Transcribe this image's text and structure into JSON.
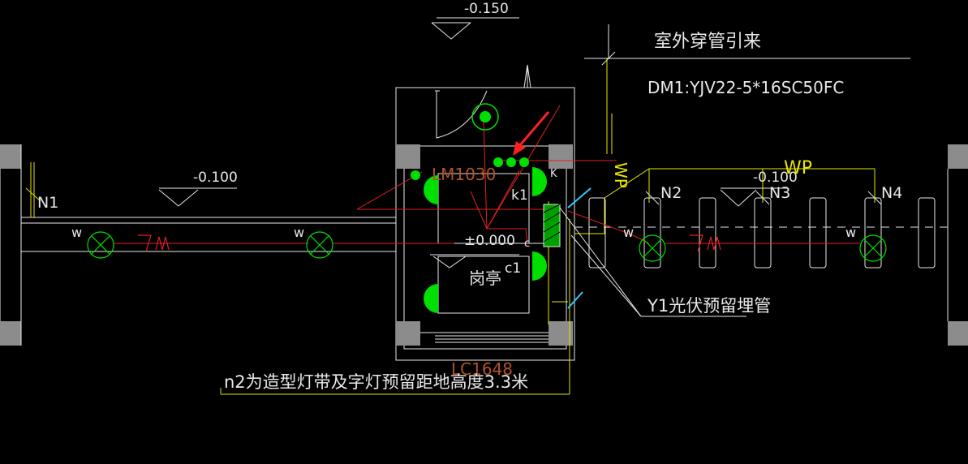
{
  "labels": {
    "elev_top": "-0.150",
    "elev_left": "-0.100",
    "elev_right": "-0.100",
    "elev_zero": "±0.000",
    "cable_source": "室外穿管引来",
    "cable_spec": "DM1:YJV22-5*16SC50FC",
    "wp_main": "WP",
    "wp_vertical": "WP",
    "n1": "N1",
    "n2": "N2",
    "n3": "N3",
    "n4": "N4",
    "w1": "w",
    "w2": "w",
    "w3": "w",
    "w4": "w",
    "door": "LM1030",
    "window": "LC1648",
    "booth": "岗亭",
    "k1": "k1",
    "c1": "c1",
    "photovoltaic": "Y1光伏预留埋管",
    "note": "n2为造型灯带及字灯预留距地高度3.3米"
  },
  "colors": {
    "background": "#000000",
    "wall": "#e8e8e8",
    "lamp": "#00e000",
    "wire": "#e02020",
    "annotation": "#e6e600",
    "column": "#8c8c8c",
    "label_orange": "#b0522a",
    "arrow_red": "#ff2020",
    "marker_cyan": "#30c8ff"
  }
}
